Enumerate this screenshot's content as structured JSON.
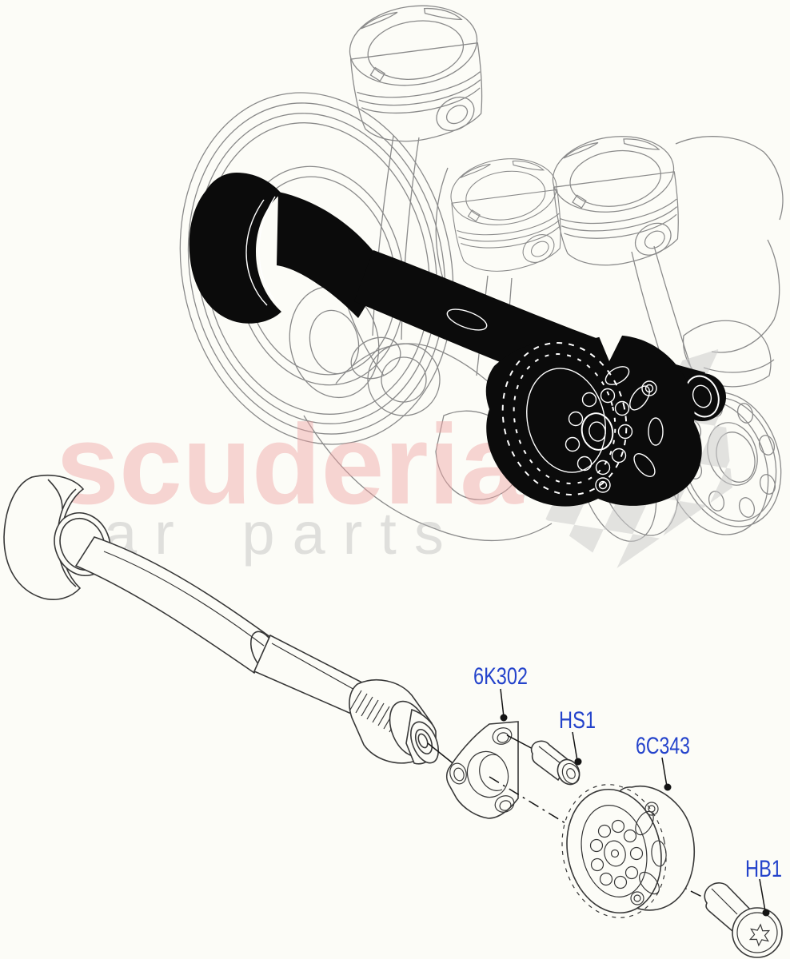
{
  "page": {
    "background_color": "#fcfcf7"
  },
  "watermark": {
    "brand": "scuderia",
    "tagline": "car parts",
    "brand_color": "#f0a4a4",
    "tagline_color": "#b9b9b9",
    "flag_color": "#cccccc"
  },
  "diagram": {
    "label_color": "#2443cb",
    "part_labels": [
      {
        "code": "6K302"
      },
      {
        "code": "HS1"
      },
      {
        "code": "6C343"
      },
      {
        "code": "HB1"
      }
    ]
  }
}
